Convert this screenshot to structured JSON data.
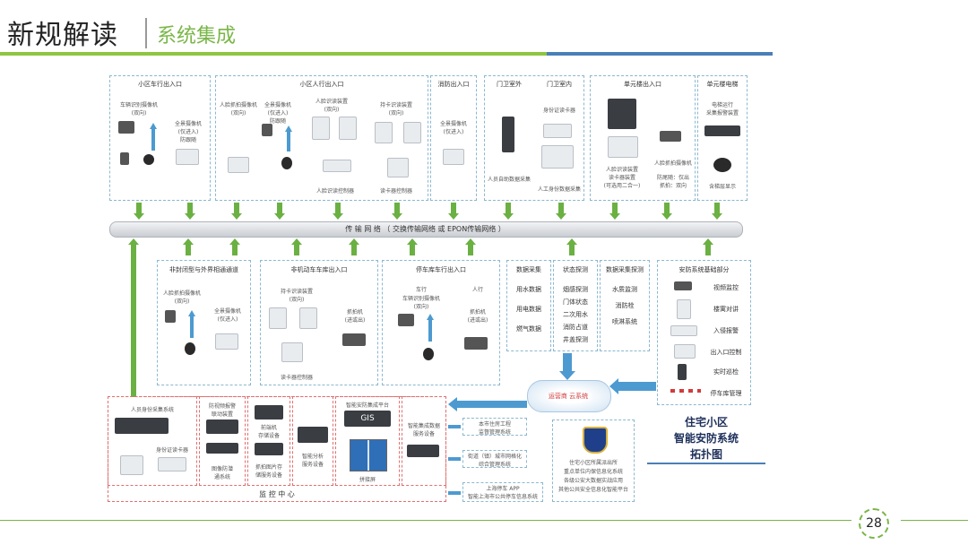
{
  "header": {
    "title": "新规解读",
    "subtitle": "系统集成"
  },
  "page_number": "28",
  "network": {
    "label": "传 输 网 络 （ 交换传输网络 或 EPON传输网络 ）"
  },
  "top_sections": {
    "community_vehicle": "小区车行出入口",
    "community_pedestrian": "小区人行出入口",
    "fire_exit": "消防出入口",
    "gate_outdoor": "门卫室外",
    "gate_indoor": "门卫室内",
    "unit_entrance": "单元楼出入口",
    "unit_elevator": "单元楼电梯"
  },
  "top_labels": {
    "plate_camera": "车辆识别摄像机\n(双向)",
    "panorama_cam_1": "全景摄像机\n(仅进入)\n防跟随",
    "face_cam_1": "人脸抓拍摄像机\n(双向)",
    "panorama_cam_2": "全景摄像机\n(仅进入)\n防跟随",
    "face_reader": "人脸识读装置\n(双向)",
    "face_controller": "人脸识读控制器",
    "card_reader": "持卡识读装置\n(双向)",
    "card_controller": "读卡器控制器",
    "panorama_cam_3": "全景摄像机\n(仅进入)",
    "self_service": "人员自助数据采集",
    "id_reader": "身份证读卡器",
    "manual_collect": "人工身份数据采集",
    "face_card_device": "人脸识读装置\n读卡器装置\n(可选用二合一)",
    "face_cam_2": "人脸抓拍摄像机",
    "anti_tail": "防尾随：仅出\n抓拍：双向",
    "elevator_dvr": "电梯运行\n采集报警装置",
    "elevator_cam": "含梯层显示"
  },
  "mid_sections": {
    "nonclosed": "非封闭型与外界相通通道",
    "nonmotor": "非机动车车库出入口",
    "parking": "停车库车行出入口",
    "data_collect": "数据采集",
    "status_detect": "状态探测",
    "data_collect2": "数据采集探测",
    "security_base": "安防系统基础部分"
  },
  "mid_labels": {
    "face_cam_3": "人脸抓拍摄像机\n(双向)",
    "panorama_cam_4": "全景摄像机\n(仅进入)",
    "card_reader_2": "持卡识读装置\n(双向)",
    "snap_cam_1": "抓拍机\n(进或出)",
    "card_controller_2": "读卡器控制器",
    "vehicle": "车行",
    "plate_camera_2": "车辆识别摄像机\n(双向)",
    "pedestrian": "人行",
    "snap_cam_2": "抓拍机\n(进或出)"
  },
  "data_items": {
    "col1": [
      "用水数据",
      "用电数据",
      "燃气数据"
    ],
    "col2": [
      "烟感探测",
      "门体状态",
      "二次用水",
      "消防占道",
      "井盖探测"
    ],
    "col3": [
      "水质监测",
      "消防栓",
      "喷淋系统"
    ]
  },
  "security_items": [
    "视频监控",
    "楼寓对讲",
    "入侵报警",
    "出入口控制",
    "实时巡检",
    "停车库管理"
  ],
  "cloud": {
    "label": "运营商 云系统"
  },
  "monitor_center": {
    "title": "监 控 中 心",
    "person_system": "人员身份采集系统",
    "id_reader": "身份证读卡器",
    "fire_link": "防视频报警\n联动装置",
    "storage": "前端机\n存储设备",
    "face_analysis": "图像防潜\n通系统",
    "capture_store": "抓拍图片存\n储服务设备",
    "smart_analysis": "智能分析\n服务设备",
    "platform": "智能安防集成平台",
    "gis": "GIS",
    "stitching": "拼接屏",
    "smart_data": "智能集成数据\n服务设备"
  },
  "outputs": [
    "本市住房工程\n监督管理系统",
    "街道（镇）城市网格化\n综合管理系统",
    "上海停车 APP\n智能上海市公共停车信息系统"
  ],
  "police": {
    "text": "住宅小区所属派出所\n重点单位内保信息化系统\n各级公安大数据实战应用\n其他公共安全信息化智能平台"
  },
  "legend": {
    "line1": "住宅小区",
    "line2": "智能安防系统",
    "line3": "拓扑图"
  },
  "colors": {
    "green": "#6bb042",
    "blue": "#4d9ad0",
    "red_dash": "#e07070",
    "accent_blue": "#4a7fb8"
  }
}
